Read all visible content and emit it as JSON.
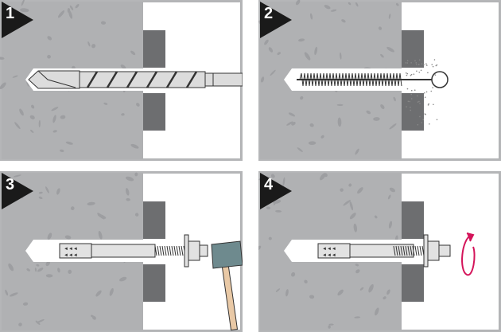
{
  "steps": [
    {
      "number": "1",
      "action": "drill-hole"
    },
    {
      "number": "2",
      "action": "clean-hole"
    },
    {
      "number": "3",
      "action": "hammer-in-anchor"
    },
    {
      "number": "4",
      "action": "tighten-nut"
    }
  ],
  "colors": {
    "concrete": "#b0b1b3",
    "fixture": "#6d6e70",
    "frame": "#b5b6b8",
    "arrow": "#d4145a",
    "hammer_head": "#6e8a8e",
    "handle": "#e9c9a6"
  }
}
